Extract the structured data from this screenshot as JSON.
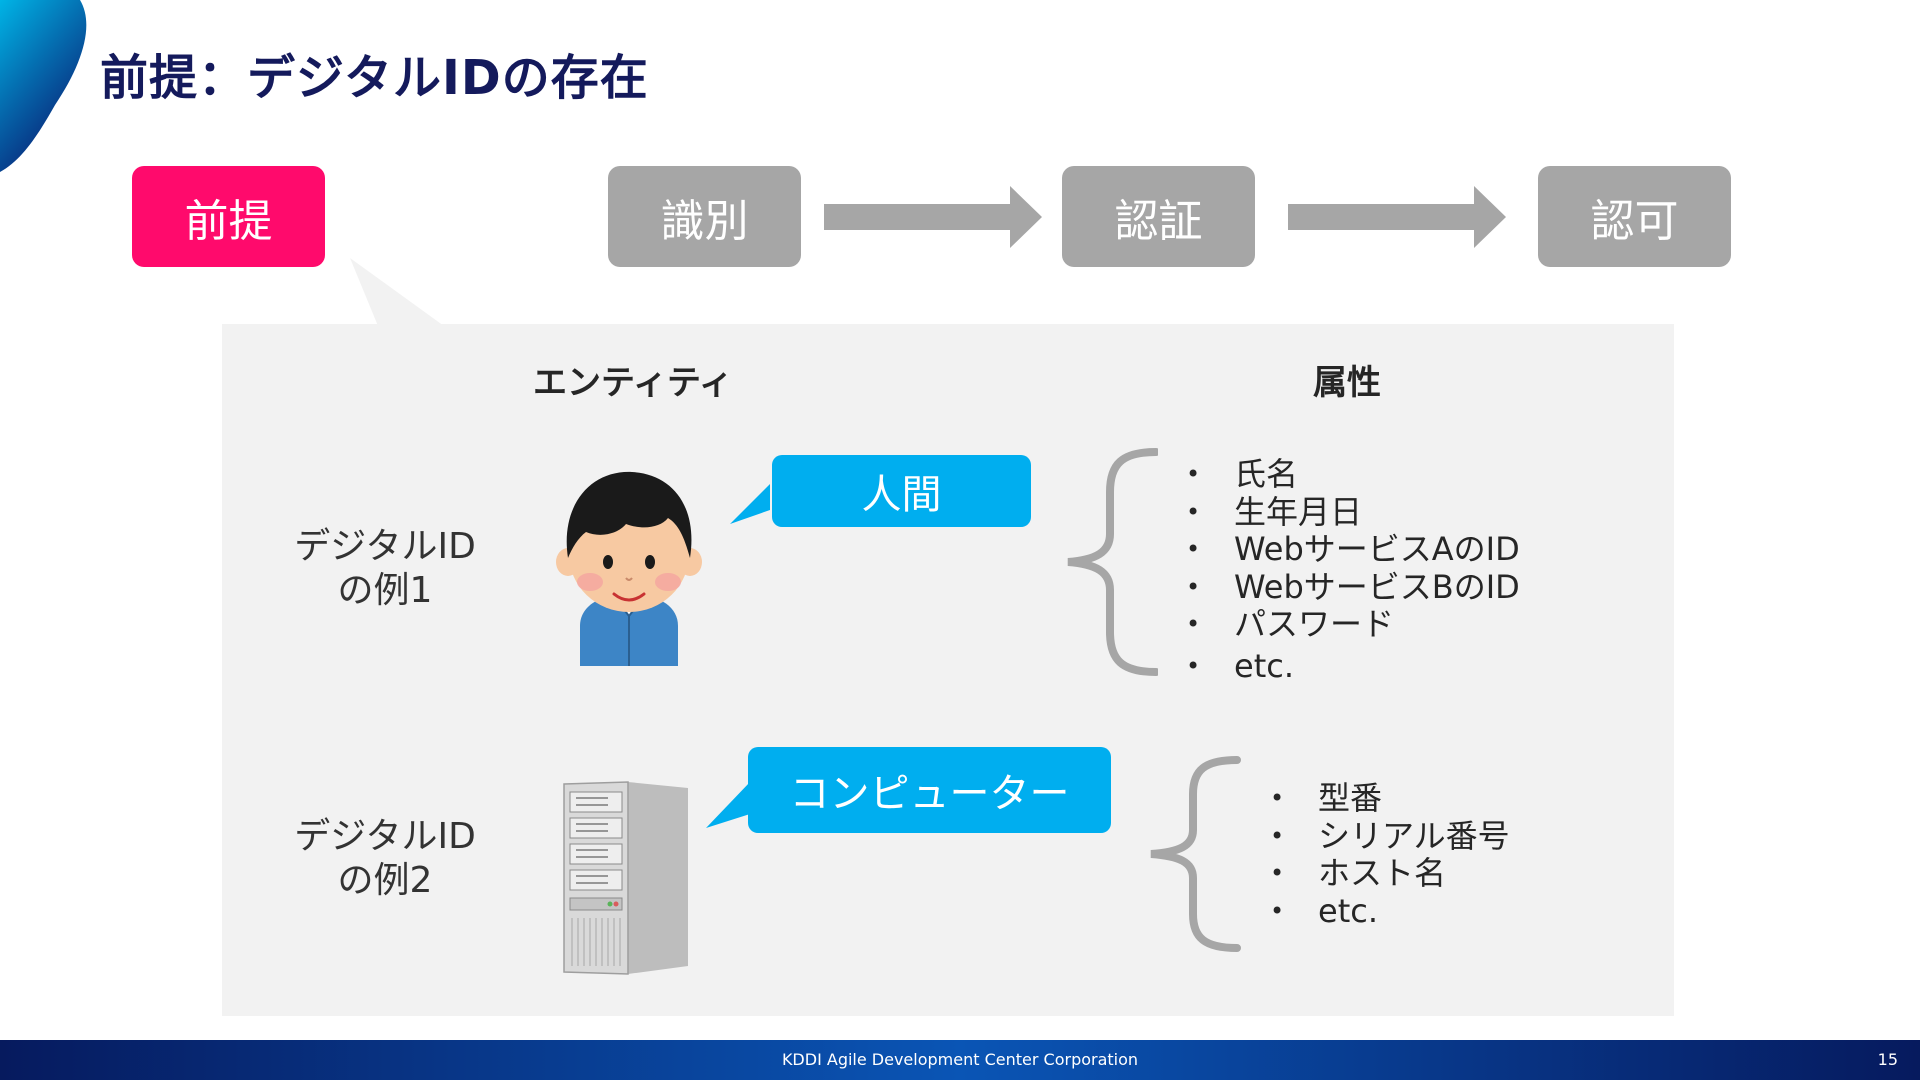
{
  "slide": {
    "title": "前提：デジタルIDの存在",
    "page_number": "15"
  },
  "steps": [
    {
      "label": "前提",
      "active": true
    },
    {
      "label": "識別",
      "active": false
    },
    {
      "label": "認証",
      "active": false
    },
    {
      "label": "認可",
      "active": false
    }
  ],
  "panel": {
    "col_entity": "エンティティ",
    "col_attributes": "属性",
    "examples": [
      {
        "label_line1": "デジタルID",
        "label_line2": "の例1",
        "entity": "人間",
        "attributes": [
          "氏名",
          "生年月日",
          "WebサービスAのID",
          "WebサービスBのID",
          "パスワード",
          "etc."
        ]
      },
      {
        "label_line1": "デジタルID",
        "label_line2": "の例2",
        "entity": "コンピューター",
        "attributes": [
          "型番",
          "シリアル番号",
          "ホスト名",
          "etc."
        ]
      }
    ]
  },
  "footer": {
    "company": "KDDI Agile Development Center Corporation"
  },
  "colors": {
    "active_step": "#ff0a6c",
    "inactive_step": "#a6a6a6",
    "bubble": "#00aeef",
    "title": "#141a5c",
    "panel": "#f2f2f2"
  }
}
